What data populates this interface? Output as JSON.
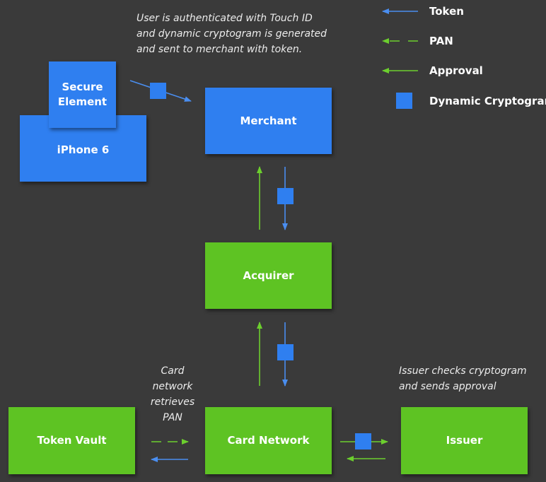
{
  "colors": {
    "background": "#3a3a3a",
    "blue": "#2f7ff0",
    "green": "#5ec323",
    "token_arrow": "#4a8ef0",
    "pan_arrow": "#6ccf2e"
  },
  "nodes": {
    "secure_element": "Secure\nElement",
    "iphone": "iPhone 6",
    "merchant": "Merchant",
    "acquirer": "Acquirer",
    "card_network": "Card Network",
    "token_vault": "Token Vault",
    "issuer": "Issuer"
  },
  "notes": {
    "touch_id": "User is authenticated with Touch ID\nand dynamic cryptogram is generated\nand sent to merchant with token.",
    "card_network": "Card\nnetwork\nretrieves\nPAN",
    "issuer": "Issuer checks cryptogram\nand sends approval"
  },
  "legend": {
    "token": "Token",
    "pan": "PAN",
    "approval": "Approval",
    "cryptogram": "Dynamic Cryptogram"
  }
}
